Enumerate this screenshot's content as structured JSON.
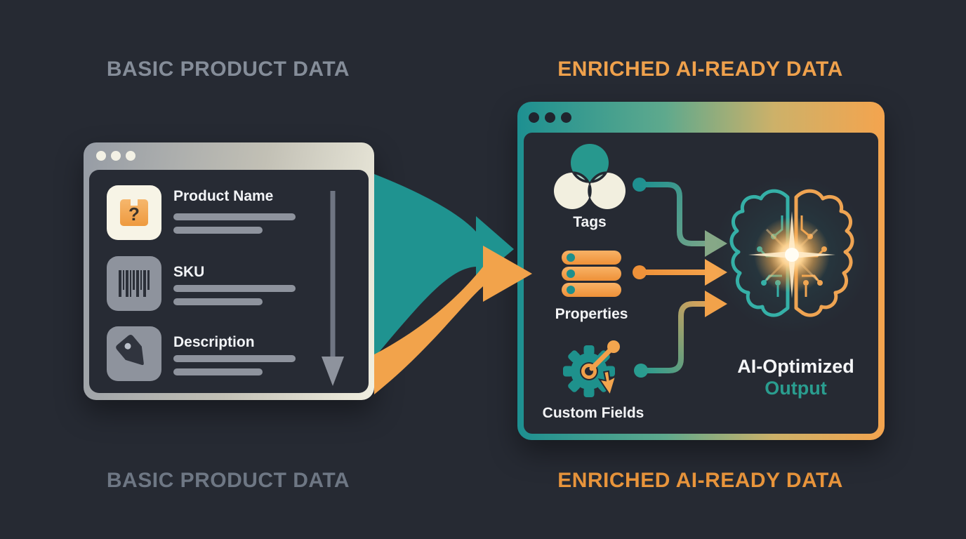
{
  "headings": {
    "top_left": "BASIC PRODUCT DATA",
    "top_right": "ENRICHED AI-READY DATA",
    "bottom_left": "BASIC PRODUCT DATA",
    "bottom_right": "ENRICHED AI-READY DATA"
  },
  "left_window": {
    "rows": [
      {
        "label": "Product Name",
        "icon": "package-question-icon",
        "icon_glyph": "?"
      },
      {
        "label": "SKU",
        "icon": "barcode-icon"
      },
      {
        "label": "Description",
        "icon": "tag-icon"
      }
    ]
  },
  "right_window": {
    "items": [
      {
        "label": "Tags",
        "icon": "venn-diagram-icon"
      },
      {
        "label": "Properties",
        "icon": "stacked-bars-icon"
      },
      {
        "label": "Custom Fields",
        "icon": "gear-pointer-icon"
      }
    ],
    "output_label": {
      "line1": "AI-Optimized",
      "line2": "Output"
    }
  },
  "colors": {
    "background": "#262a33",
    "teal": "#2a9d8f",
    "orange": "#f2a34b",
    "cream": "#f2f0e2",
    "heading_gray": "#858d99",
    "heading_gray_dim": "#6e7784",
    "heading_orange": "#efa14c",
    "label_white": "#f3f4f6"
  }
}
